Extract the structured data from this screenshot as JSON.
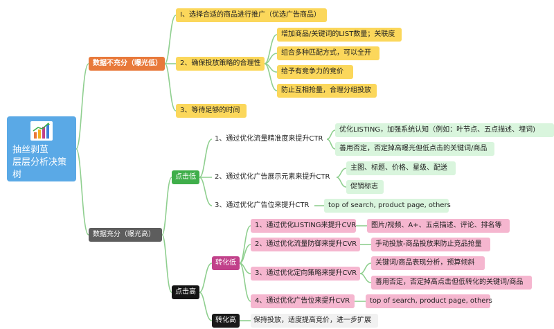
{
  "root": {
    "line1": "抽丝剥茧",
    "line2": "层层分析决策树",
    "icon": "bar-chart-icon"
  },
  "branch_a": {
    "label": "数据不充分（曝光低）",
    "items": {
      "i1": "I、选择合适的商品进行推广（优选广告商品）",
      "i2": "2、确保投放策略的合理性",
      "i2_children": [
        "增加商品/关键词的LIST数量；关联度",
        "组合多种匹配方式，可以全开",
        "给予有竞争力的竞价",
        "防止互相抢量，合理分组投放"
      ],
      "i3": "3、等待足够的时间"
    }
  },
  "branch_b": {
    "label": "数据充分（曝光高）",
    "ctr": {
      "label": "点击低",
      "r1": "1、通过优化流量精准度来提升CTR",
      "r1_children": [
        "优化LISTING，加强系统认知（例如：叶节点、五点描述、埋词)",
        "善用否定，否定掉高曝光但低点击的关键词/商品"
      ],
      "r2": "2、通过优化广告展示元素来提升CTR",
      "r2_children": [
        "主图、标题、价格、星级、配送",
        "促销标志"
      ],
      "r3": "3、通过优化广告位来提升CTR",
      "r3_child": "top of search, product page, others"
    },
    "high": {
      "label": "点击高",
      "cvr_low": {
        "label": "转化低",
        "c1": "1、通过优化LISTING来提升CVR",
        "c1_child": "图片/视频、A+、五点描述、评论、排名等",
        "c2": "2、通过优化流量防御来提升CVR",
        "c2_child": "手动投放-商品投放来防止竞品抢量",
        "c3": "3、通过优化定向策略来提升CVR",
        "c3_children": [
          "关键词/商品表现分析，预算倾斜",
          "善用否定，否定掉高点击但低转化的关键词/商品"
        ],
        "c4": "4、通过优化广告位来提升CVR",
        "c4_child": "top of search, product page, others"
      },
      "cvr_high": {
        "label": "转化高",
        "child": "保持投放，适度提高竞价，进一步扩展"
      }
    }
  },
  "colors": {
    "connector": "#8fcf8f",
    "root": "#5aa9e6",
    "orange": "#e8793a",
    "yellow": "#fbd75b",
    "green": "#3fae4a",
    "light_green": "#d9f5dd",
    "pink": "#f5b6cf",
    "magenta": "#c1418a"
  }
}
